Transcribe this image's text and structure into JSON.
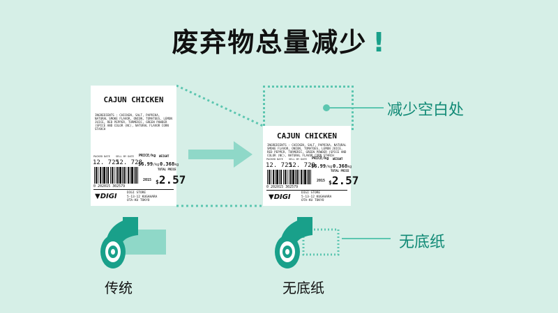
{
  "title": {
    "text": "废弃物总量减少",
    "mark": "!"
  },
  "label": {
    "product": "CAJUN CHICKEN",
    "ingredients": "INGREDIENTS : CHICKEN, SALT, PAPRIKA, NATURAL SMOKE FLAVOR, ONION, TOMATOES, LEMON JUICE, RED PEPPER, TURMERIC, GREEN POWDER (SPICE AND COLOR (NC), NATURAL FLAVOR CORN STARCH",
    "packed_label": "PACKED DATE",
    "sell_label": "SELL BY DATE",
    "price_kg_label": "PRICE/kg",
    "weight_label": "WEIGHT",
    "packed_date": "12. 7",
    "packed_day": "25",
    "sell_date": "12. 7",
    "price_kg": "$6.99",
    "price_kg_unit": "/kg",
    "weight": "0.368",
    "weight_unit": "kg",
    "year": "2015",
    "total_label": "TOTAL PRICE",
    "total_currency": "$",
    "total": "2.57",
    "barcode_number": "0 202015 302579",
    "store_name": "DIGI STORE",
    "store_addr1": "5-13-12 KUGAHARA",
    "store_addr2": "OTA-KU TOKYO",
    "brand": "DIGI"
  },
  "label_left": {
    "sell_day": "28"
  },
  "label_right": {
    "sell_day": "29"
  },
  "annotations": {
    "reduce_blank": "减少空白处",
    "no_liner": "无底纸"
  },
  "captions": {
    "traditional": "传统",
    "no_liner": "无底纸"
  },
  "colors": {
    "accent": "#19a08a",
    "accent_light": "#7fd1bf",
    "bg": "#d6efe7"
  }
}
